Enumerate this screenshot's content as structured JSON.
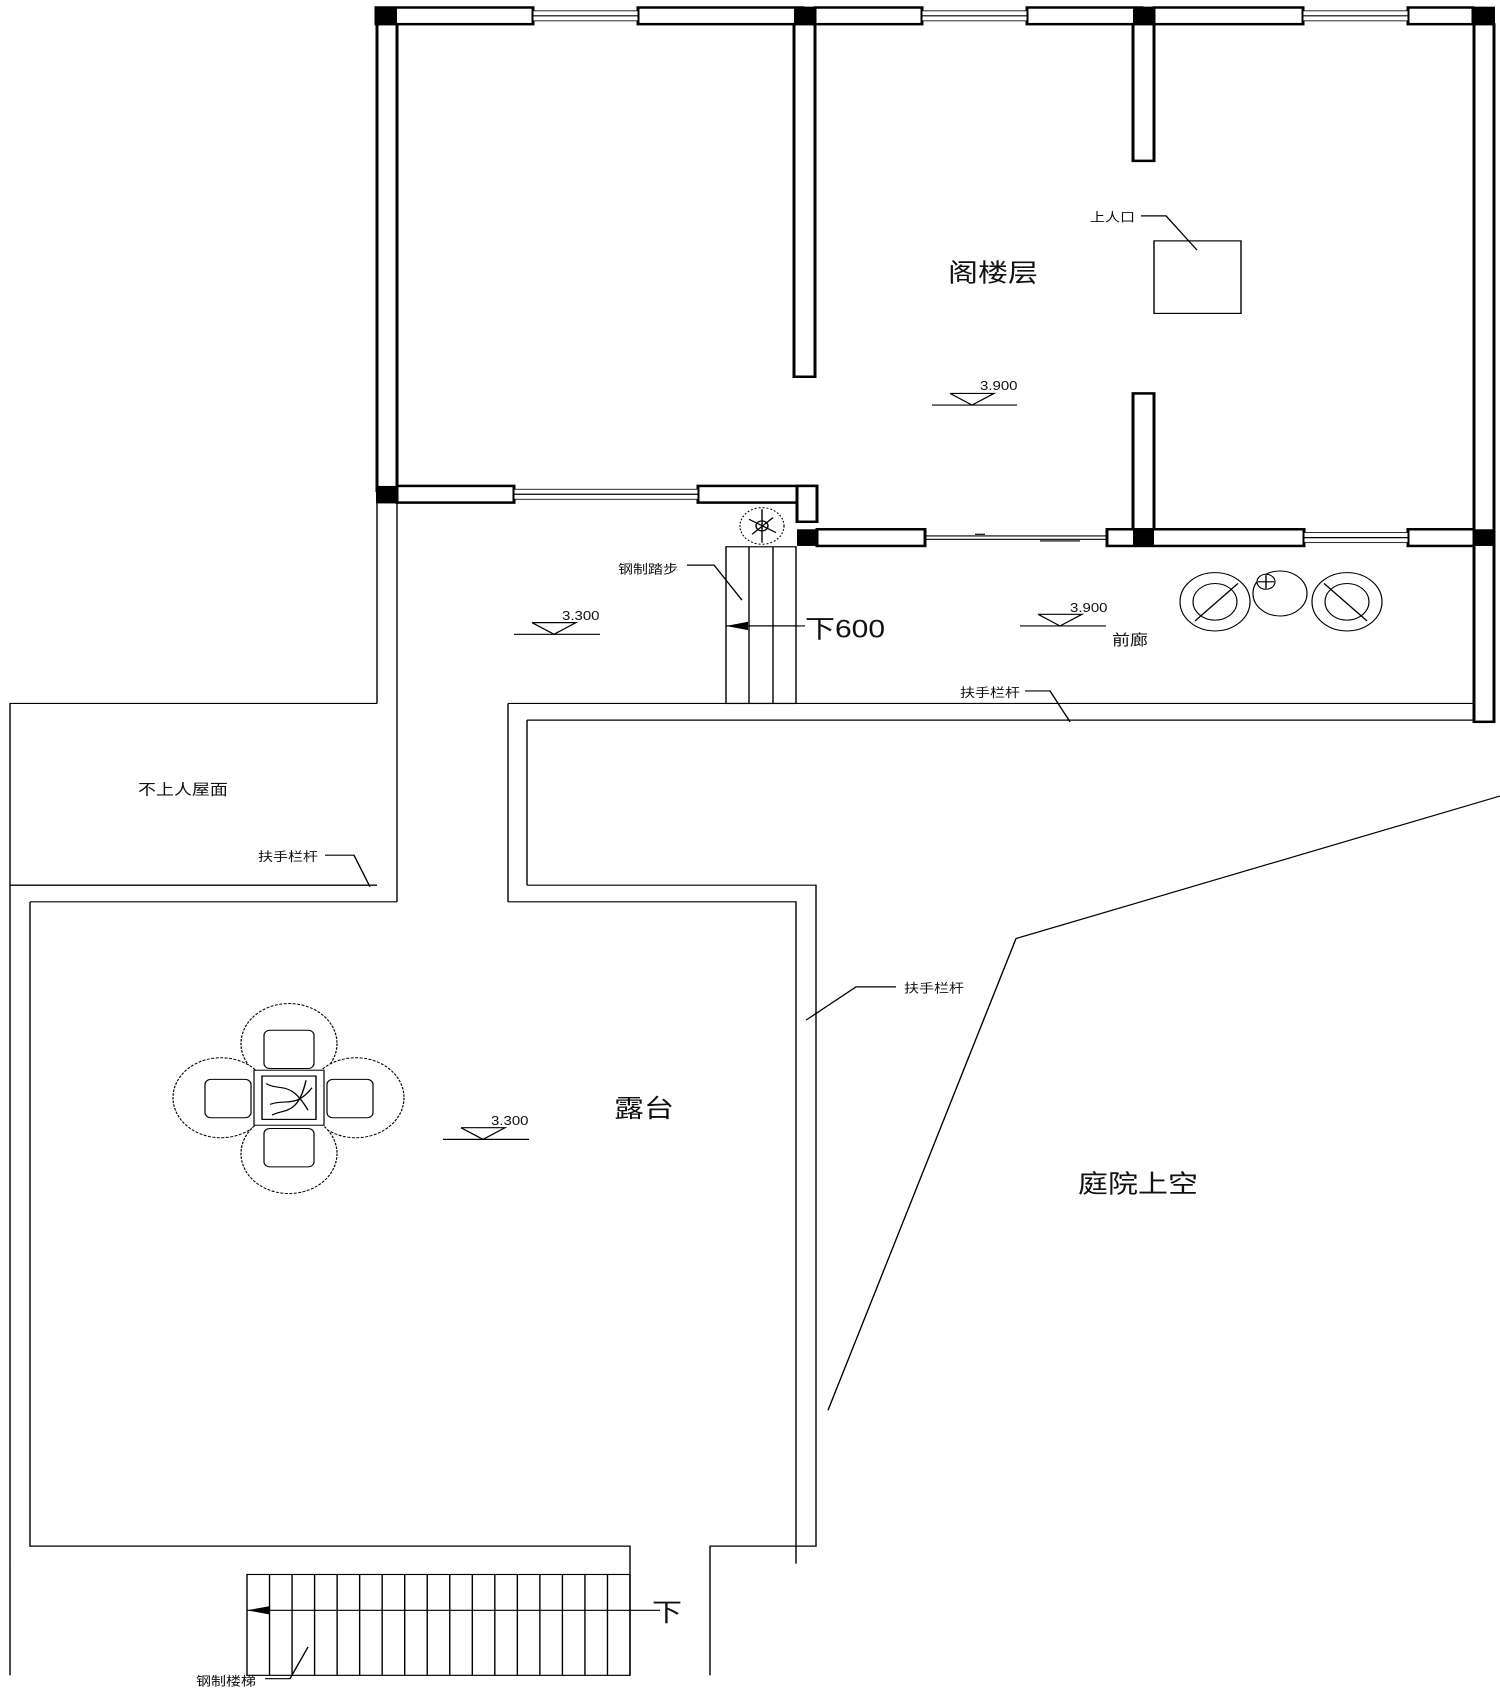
{
  "rooms": {
    "attic": "阁楼层",
    "terrace": "露台",
    "courtyard_void": "庭院上空",
    "front_corridor": "前廊",
    "non_accessible_roof": "不上人屋面"
  },
  "labels": {
    "roof_hatch": "上人口",
    "steel_step": "钢制踏步",
    "handrail": "扶手栏杆",
    "steel_stair": "钢制楼梯",
    "down_600": "下600",
    "down": "下"
  },
  "elevations": {
    "attic": "3.900",
    "corridor": "3.900",
    "upper_terrace": "3.300",
    "terrace": "3.300"
  }
}
